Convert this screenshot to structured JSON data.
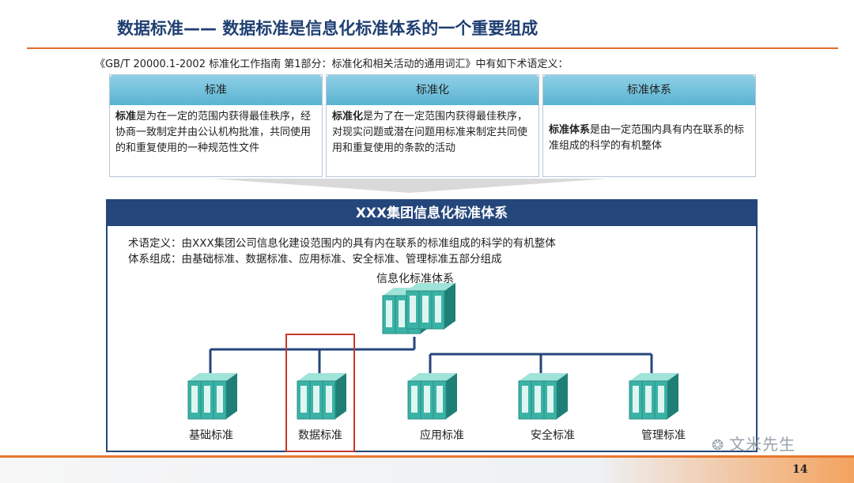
{
  "slide": {
    "title": "数据标准—— 数据标准是信息化标准体系的一个重要组成",
    "intro": "《GB/T 20000.1-2002 标准化工作指南 第1部分：标准化和相关活动的通用词汇》中有如下术语定义：",
    "page_number": "14",
    "watermark": "文米先生"
  },
  "definitions": [
    {
      "header": "标准",
      "term": "标准",
      "text": "是为在一定的范围内获得最佳秩序，经协商一致制定并由公认机构批准，共同使用的和重复使用的一种规范性文件"
    },
    {
      "header": "标准化",
      "term": "标准化",
      "text": "是为了在一定范围内获得最佳秩序，对现实问题或潜在问题用标准来制定共同使用和重复使用的条款的活动"
    },
    {
      "header": "标准体系",
      "term": "标准体系",
      "text": "是由一定范围内具有内在联系的标准组成的科学的有机整体"
    }
  ],
  "system": {
    "header": "XXX集团信息化标准体系",
    "term_definition": "术语定义：由XXX集团公司信息化建设范围内的具有内在联系的标准组成的科学的有机整体",
    "composition": "体系组成：由基础标准、数据标准、应用标准、安全标准、管理标准五部分组成",
    "root_label": "信息化标准体系",
    "leaves": [
      "基础标准",
      "数据标准",
      "应用标准",
      "安全标准",
      "管理标准"
    ],
    "highlighted_leaf": "数据标准"
  },
  "colors": {
    "accent_orange": "#e26a2c",
    "navy": "#24467b",
    "binder_teal": "#3ab3a6",
    "highlight_red": "#c43a2c"
  }
}
